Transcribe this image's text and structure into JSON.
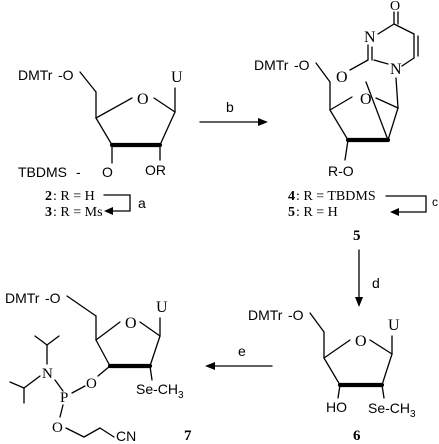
{
  "scheme": {
    "compound_2_3": {
      "protecting_group_5": "DMTr",
      "protecting_group_3": "TBDMS",
      "ring_oxygen": "O",
      "base": "U",
      "sub_2": "OR",
      "sub_3_ether_o": "O",
      "line_2_num": "2",
      "line_2_def": ": R = H",
      "line_3_num": "3",
      "line_3_def": ": R = Ms"
    },
    "compound_4_5": {
      "protecting_group_5": "DMTr",
      "sub_3": "R-O",
      "ring_oxygen": "O",
      "anhydro_oxygen": "O",
      "pyrimidine_n1": "N",
      "pyrimidine_n3": "N",
      "carbonyl_o": "O",
      "line_4_num": "4",
      "line_4_def": ": R = TBDMS",
      "line_5_num": "5",
      "line_5_def": ": R = H",
      "caption_num": "5"
    },
    "compound_6": {
      "protecting_group_5": "DMTr",
      "ring_oxygen": "O",
      "base": "U",
      "sub_3": "HO",
      "sub_2": "Se-CH",
      "sub_2_subscript": "3",
      "caption_num": "6"
    },
    "compound_7": {
      "protecting_group_5": "DMTr",
      "ring_oxygen": "O",
      "base": "U",
      "sub_2": "Se-CH",
      "sub_2_subscript": "3",
      "phos_o": "O",
      "phos_p": "P",
      "phos_n": "N",
      "phos_o2": "O",
      "cyano": "CN",
      "caption_num": "7"
    },
    "arrows": {
      "a": "a",
      "b": "b",
      "c": "c",
      "d": "d",
      "e": "e"
    }
  }
}
